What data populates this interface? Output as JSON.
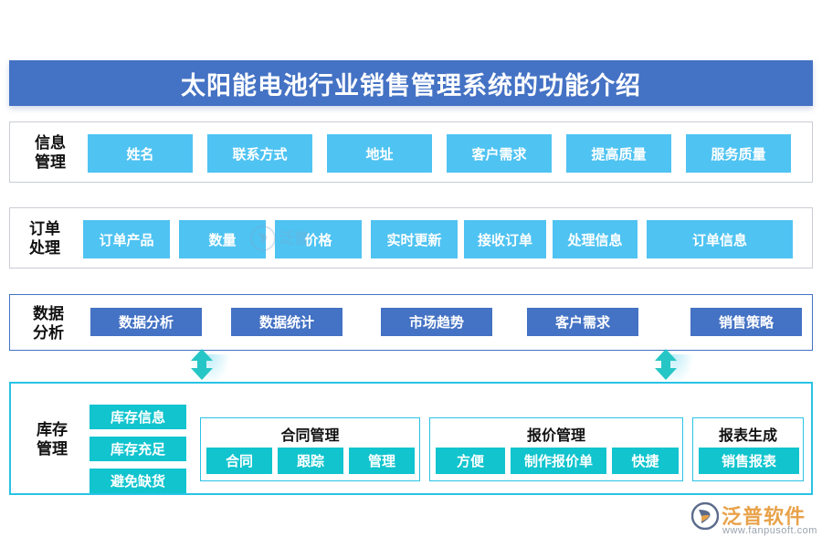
{
  "page": {
    "title": "太阳能电池行业销售管理系统的功能介绍",
    "background": "#FFFFFF"
  },
  "colors": {
    "banner_blue": "#4472C4",
    "light_blue": "#4FC3F2",
    "dark_blue": "#4472C4",
    "teal": "#11C4CE",
    "cyan_border": "#29C3E6",
    "gray_border": "#C9CDD4",
    "logo_orange": "#E8A24A"
  },
  "sections": {
    "info_management": {
      "label": "信息\n管理",
      "label_line1": "信息",
      "label_line2": "管理",
      "items": [
        {
          "label": "姓名"
        },
        {
          "label": "联系方式"
        },
        {
          "label": "地址"
        },
        {
          "label": "客户需求"
        },
        {
          "label": "提高质量"
        },
        {
          "label": "服务质量"
        }
      ]
    },
    "order_processing": {
      "label_line1": "订单",
      "label_line2": "处理",
      "items": [
        {
          "label": "订单产品"
        },
        {
          "label": "数量"
        },
        {
          "label": "价格"
        },
        {
          "label": "实时更新"
        },
        {
          "label": "接收订单"
        },
        {
          "label": "处理信息"
        },
        {
          "label": "订单信息"
        }
      ]
    },
    "data_analysis": {
      "label_line1": "数据",
      "label_line2": "分析",
      "items": [
        {
          "label": "数据分析"
        },
        {
          "label": "数据统计"
        },
        {
          "label": "市场趋势"
        },
        {
          "label": "客户需求"
        },
        {
          "label": "销售策略"
        }
      ]
    },
    "inventory_management": {
      "label_line1": "库存",
      "label_line2": "管理",
      "items": [
        {
          "label": "库存信息"
        },
        {
          "label": "库存充足"
        },
        {
          "label": "避免缺货"
        }
      ],
      "subgroups": [
        {
          "title": "合同管理",
          "items": [
            {
              "label": "合同"
            },
            {
              "label": "跟踪"
            },
            {
              "label": "管理"
            }
          ]
        },
        {
          "title": "报价管理",
          "items": [
            {
              "label": "方便"
            },
            {
              "label": "制作报价单"
            },
            {
              "label": "快捷"
            }
          ]
        },
        {
          "title": "报表生成",
          "items": [
            {
              "label": "销售报表"
            }
          ]
        }
      ]
    }
  },
  "connectors": [
    {
      "name": "arrow-left",
      "type": "double-headed-vertical"
    },
    {
      "name": "arrow-right",
      "type": "double-headed-vertical"
    }
  ],
  "logo": {
    "name": "泛普软件",
    "url": "www.fanpusoft.com"
  }
}
